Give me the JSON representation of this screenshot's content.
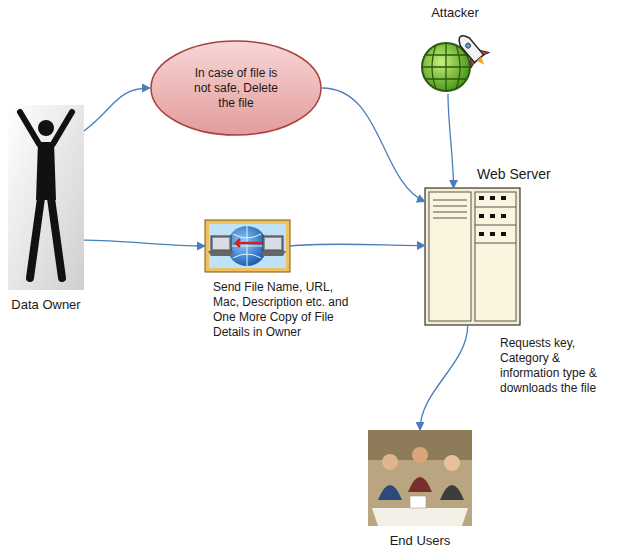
{
  "diagram": {
    "nodes": [
      {
        "text": [
          "Attacker"
        ]
      },
      {
        "text": [
          "In case of file is not safe, Delete the file"
        ]
      },
      {
        "text": [
          "Web Server"
        ]
      },
      {
        "text": [
          "Data Owner"
        ]
      },
      {
        "text": [
          "Send File Name, URL, Mac, Description etc. and One More Copy of File Details in Owner"
        ]
      },
      {
        "text": [
          "End Users"
        ]
      }
    ],
    "edges": [
      {
        "from": 3,
        "to": 1,
        "arrow": "to"
      },
      {
        "from": 3,
        "to": 4,
        "arrow": "to"
      },
      {
        "from": 1,
        "to": 2,
        "arrow": "to"
      },
      {
        "from": 4,
        "to": 2,
        "arrow": "to"
      },
      {
        "from": 0,
        "to": 2,
        "arrow": "to"
      },
      {
        "from": 2,
        "to": 5,
        "arrow": "to",
        "label": "Requests key, Category & information type & downloads the file"
      }
    ]
  }
}
